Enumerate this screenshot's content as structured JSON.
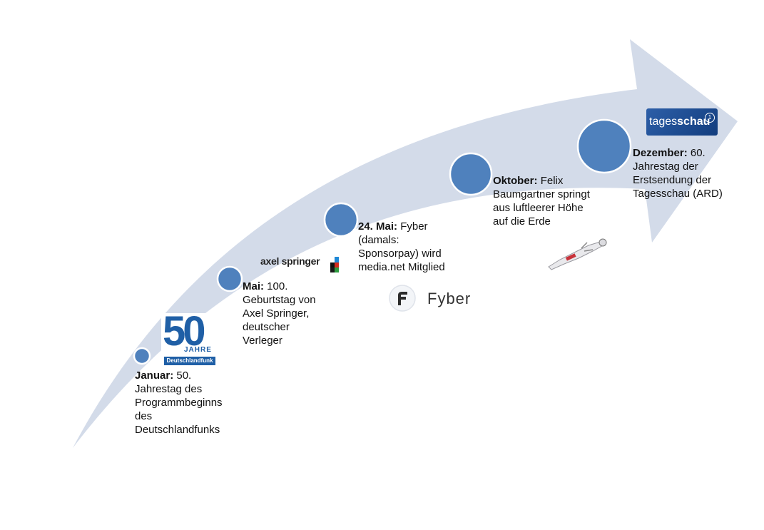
{
  "milestones": [
    {
      "month": "Januar:",
      "text": "50. Jahrestag des Programmbeginns des Deutschlandfunks"
    },
    {
      "month": "Mai:",
      "text": "100. Geburtstag von Axel Springer, deutscher Verleger"
    },
    {
      "month": "24. Mai:",
      "text": "Fyber (damals: Sponsorpay) wird media.net Mitglied"
    },
    {
      "month": "Oktober:",
      "text": "Felix Baumgartner springt aus luftleerer Höhe auf die Erde"
    },
    {
      "month": "Dezember:",
      "text": "60. Jahrestag der Erstsendung der Tagesschau (ARD)"
    }
  ],
  "logos": {
    "dlf": {
      "number": "50",
      "jahre": "JAHRE",
      "brand": "Deutschlandfunk"
    },
    "axel_springer": "axel springer",
    "fyber": "Fyber",
    "tagesschau_light": "tages",
    "tagesschau_bold": "schau"
  },
  "colors": {
    "arrow": "#d3dbe9",
    "circle_fill": "#4f81bd",
    "circle_stroke": "#ffffff",
    "dlf_blue": "#1f5fa6"
  }
}
